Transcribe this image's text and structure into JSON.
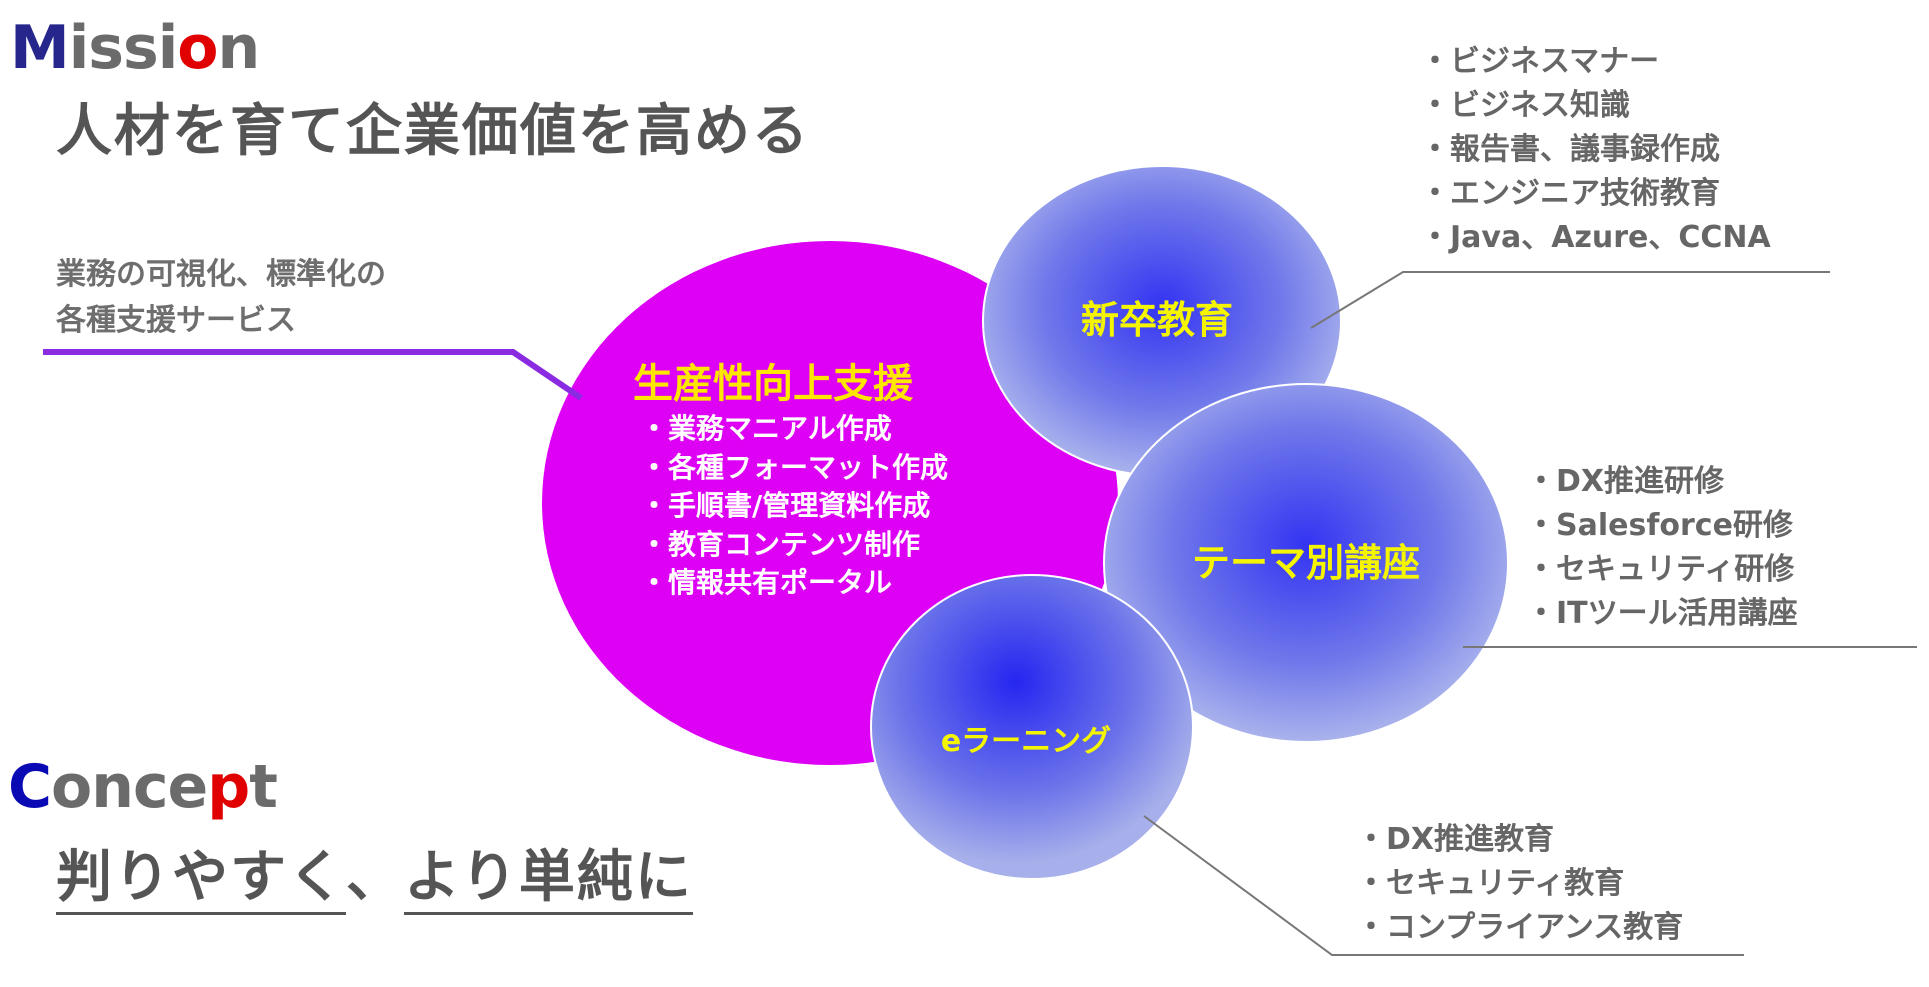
{
  "mission": {
    "heading_parts": [
      "M",
      "issi",
      "o",
      "n"
    ],
    "statement": "人材を育て企業価値を高める"
  },
  "concept": {
    "heading_parts": [
      "C",
      "once",
      "p",
      "t"
    ],
    "statement_parts": [
      "判りやすく",
      "、",
      "より単純に"
    ]
  },
  "productivity": {
    "caption_lines": [
      "業務の可視化、標準化の",
      "各種支援サービス"
    ],
    "title": "生産性向上支援",
    "items": [
      "・業務マニアル作成",
      "・各種フォーマット作成",
      "・手順書/管理資料作成",
      "・教育コンテンツ制作",
      "・情報共有ポータル"
    ]
  },
  "new_grad": {
    "label": "新卒教育",
    "items": [
      "・ビジネスマナー",
      "・ビジネス知識",
      "・報告書、議事録作成",
      "・エンジニア技術教育",
      "・Java、Azure、CCNA"
    ]
  },
  "theme": {
    "label": "テーマ別講座",
    "items": [
      "・DX推進研修",
      "・Salesforce研修",
      "・セキュリティ研修",
      "・ITツール活用講座"
    ]
  },
  "elearning": {
    "label": "eラーニング",
    "items": [
      "・DX推進教育",
      "・セキュリティ教育",
      "・コンプライアンス教育"
    ]
  },
  "colors": {
    "magenta": "#dd00f5",
    "bubble_center": "#3434f2",
    "bubble_edge": "#a7b0ea",
    "label_yellow": "#f5f500"
  }
}
